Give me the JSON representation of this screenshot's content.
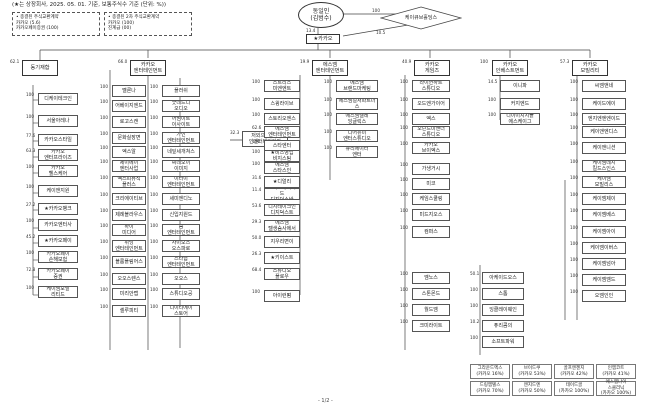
{
  "header": {
    "note": "(★는 상장회사, 2025. 05. 01. 기준, 보통주식수 기준 (단위: %))",
    "legend_left": "• 종결된 주식교환계약\n  카카오 (5.6)\n  카카오페이증권 (100)",
    "legend_right": "• 종결된 2차 주식교환계약\n  카카오 (100)\n  진계급 (00)"
  },
  "root": {
    "name": "동일인\n(김범수)"
  },
  "diamond": {
    "name": "케이큐브홀딩스"
  },
  "kakao": {
    "name": "★카카오"
  },
  "edges_top": {
    "root_to_cube": "100",
    "cube_to_kakao": "10.5",
    "root_to_kakao": "13.4"
  },
  "level1": [
    {
      "name": "동기재합",
      "pct": "62.1"
    },
    {
      "name": "카카오\n엔터테인먼트",
      "pct": "66.0"
    },
    {
      "name": "에스엠\n엔터테인먼트",
      "pct": "19.9"
    },
    {
      "name": "카카오\n게임즈",
      "pct": "40.9"
    },
    {
      "name": "카카오\n인베스트먼트",
      "pct": "100"
    },
    {
      "name": "카카오\n모빌리티",
      "pct": "57.3"
    }
  ],
  "col1": [
    {
      "name": "디케이테크인",
      "pct": "100"
    },
    {
      "name": "서울아레나",
      "pct": "100"
    },
    {
      "name": "카카오스타일",
      "pct": "77.6"
    },
    {
      "name": "카카오\n엔터프라이즈",
      "pct": "63.3"
    },
    {
      "name": "카카오\n헬스케어",
      "pct": "100"
    },
    {
      "name": "케이앤지원",
      "pct": "100"
    },
    {
      "name": "★카카오뱅크",
      "pct": "27.2"
    },
    {
      "name": "카카오엔터사",
      "pct": "100"
    },
    {
      "name": "★카카오페이",
      "pct": "45.2"
    },
    {
      "name": "카카오페이\n손해보험",
      "pct": "100"
    },
    {
      "name": "카카오페이\n증권",
      "pct": "72.8"
    },
    {
      "name": "케이엠모빌\n리티드",
      "pct": "100"
    }
  ],
  "col2_left": [
    {
      "name": "멜론나",
      "pct": "100"
    },
    {
      "name": "어베이지엔드",
      "pct": "100"
    },
    {
      "name": "로고스캔",
      "pct": "100"
    },
    {
      "name": "문화실장면",
      "pct": "100"
    },
    {
      "name": "엑스알",
      "pct": "100"
    },
    {
      "name": "제이에이\n엔터사업",
      "pct": "100"
    },
    {
      "name": "엑스피뮤직\n플러스",
      "pct": "100"
    },
    {
      "name": "크리에이티브",
      "pct": "100"
    },
    {
      "name": "제례블라우스",
      "pct": "100"
    },
    {
      "name": "하이\n미디어",
      "pct": "100"
    },
    {
      "name": "위닝\n엔터테인먼트",
      "pct": "100"
    },
    {
      "name": "블룸플림어스",
      "pct": "100"
    },
    {
      "name": "오오스렌스",
      "pct": "100"
    },
    {
      "name": "미리안랩",
      "pct": "100"
    },
    {
      "name": "셀루피티",
      "pct": "100"
    }
  ],
  "col2_right": [
    {
      "name": "플러쉬",
      "pct": "100"
    },
    {
      "name": "굿데드디\n오디오",
      "pct": "100"
    },
    {
      "name": "어썸이트\n이사이트",
      "pct": "100"
    },
    {
      "name": "가인\n엔터테인먼트",
      "pct": "100"
    },
    {
      "name": "네잎세개쳐스",
      "pct": "100"
    },
    {
      "name": "씨네오이\n이미지",
      "pct": "100"
    },
    {
      "name": "이터이\n엔터테인먼트",
      "pct": "100"
    },
    {
      "name": "세미엔디노",
      "pct": "100"
    },
    {
      "name": "신입지원드",
      "pct": "100"
    },
    {
      "name": "숨\n엔터테인먼트",
      "pct": "100"
    },
    {
      "name": "사이오스\n오스파로",
      "pct": "100"
    },
    {
      "name": "스타쉽\n엔터테인먼트",
      "pct": "100"
    },
    {
      "name": "오오스",
      "pct": "100"
    },
    {
      "name": "스튜디오공",
      "pct": "100"
    },
    {
      "name": "디이티에이\n스토어",
      "pct": "100"
    }
  ],
  "mid_left": {
    "name": "저외으이퍼드\n인엔터테인이와",
    "pct": "32.3"
  },
  "col3": [
    {
      "name": "스트리스\n미엔엔트",
      "pct": "100"
    },
    {
      "name": "스윙라이브",
      "pct": "100"
    },
    {
      "name": "스토리오엔스",
      "pct": "100"
    },
    {
      "name": "에스엠\n엔터테인먼트",
      "pct": "62.6"
    },
    {
      "name": "스타엔터",
      "pct": "100"
    },
    {
      "name": "★비스영업\n비지스팀",
      "pct": "100"
    },
    {
      "name": "에스엠\n스타스인",
      "pct": "100"
    },
    {
      "name": "★디얼리",
      "pct": "31.6"
    },
    {
      "name": "★디스케이이드\n디지덕스바",
      "pct": "11.4"
    },
    {
      "name": "디지테이크인\n디지덕스트",
      "pct": "53.6"
    },
    {
      "name": "에스엠\n텔생숨사에서",
      "pct": "29.3"
    },
    {
      "name": "지우리면이",
      "pct": "50.0"
    },
    {
      "name": "★키이스트",
      "pct": "26.3"
    },
    {
      "name": "스튜디오\n플로우",
      "pct": "68.4"
    },
    {
      "name": "아이런펌",
      "pct": "100"
    }
  ],
  "col3_right": [
    {
      "name": "에스엠\n브랜드마케팅",
      "pct": "100"
    },
    {
      "name": "에스엠컬처파트너스",
      "pct": "100"
    },
    {
      "name": "에스엠텔레\n잉글릭스",
      "pct": "100"
    },
    {
      "name": "디어유미\n엔터스튜디오",
      "pct": "100"
    },
    {
      "name": "큐리에이터\n엔터",
      "pct": "100"
    }
  ],
  "col4": [
    {
      "name": "라이언하트\n스튜디오",
      "pct": "100"
    },
    {
      "name": "오드엔가이어",
      "pct": "100"
    },
    {
      "name": "엑스",
      "pct": "100"
    },
    {
      "name": "오딘드미앤더\n스튜디오",
      "pct": "100"
    },
    {
      "name": "카카오\n브이엑스",
      "pct": "100"
    },
    {
      "name": "가생거시",
      "pct": "100"
    },
    {
      "name": "미코",
      "pct": "100"
    },
    {
      "name": "케임스쿨링",
      "pct": "100"
    },
    {
      "name": "미드지오스",
      "pct": "100"
    },
    {
      "name": "컴퍼스",
      "pct": "100"
    },
    {
      "name": "엠노스",
      "pct": "100"
    },
    {
      "name": "스톤몬드",
      "pct": "100"
    },
    {
      "name": "월드엠",
      "pct": "100"
    },
    {
      "name": "크미라이트",
      "pct": "100"
    }
  ],
  "col4_right": [
    {
      "name": "아케이드오스",
      "pct": "50.1"
    },
    {
      "name": "스톰",
      "pct": "100"
    },
    {
      "name": "잉클레이웨인",
      "pct": "100"
    },
    {
      "name": "퓨리콤의",
      "pct": "10.2"
    },
    {
      "name": "소프트파워",
      "pct": "100"
    }
  ],
  "col5": [
    {
      "name": "이니파",
      "pct": "14.5"
    },
    {
      "name": "커지엔드",
      "pct": "100"
    },
    {
      "name": "디이이지지플\n에스케이그",
      "pct": "100"
    }
  ],
  "col6": [
    {
      "name": "씨엠앤네",
      "pct": "100"
    },
    {
      "name": "케이드에이",
      "pct": "100"
    },
    {
      "name": "엔지엔엔엔이드",
      "pct": "100"
    },
    {
      "name": "케이앤엔디스",
      "pct": "100"
    },
    {
      "name": "케이앤니션",
      "pct": "100"
    },
    {
      "name": "케이엠네지\n킬드스인스",
      "pct": "100"
    },
    {
      "name": "케이엠\n모빌리스",
      "pct": "100"
    },
    {
      "name": "케이엠제이",
      "pct": "100"
    },
    {
      "name": "케이엠베스",
      "pct": "100"
    },
    {
      "name": "케이엠아이",
      "pct": "100"
    },
    {
      "name": "케이엠이버스",
      "pct": "100"
    },
    {
      "name": "케이엠넘아",
      "pct": "100"
    },
    {
      "name": "케이엠엠드",
      "pct": "100"
    },
    {
      "name": "오엠인인",
      "pct": "100"
    }
  ],
  "legend_bottom": [
    "그라운드엑스\n(카카오 16%)",
    "브이드쿠\n(카카오 53%)",
    "골프엔젠지\n(카카오 42%)",
    "인엠코트\n(카카오 41%)",
    "드링엠텔스\n(카카오 70%)",
    "엔지드엔\n(카카오 50%)",
    "테이드골\n(카카오 100%)",
    "에스엠나이\n스클리닉\n(카카오 100%)"
  ],
  "page_number": "- 1/2 -"
}
